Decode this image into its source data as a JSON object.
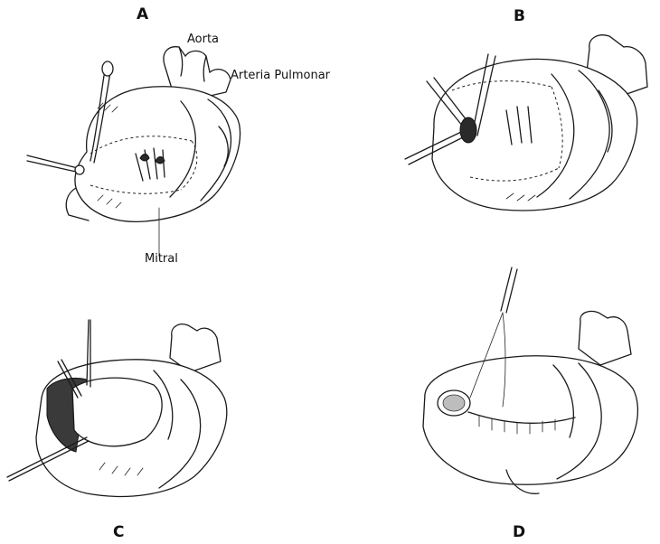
{
  "panels": {
    "a": {
      "letter": "A",
      "label_aorta": "Aorta",
      "label_pulmonary": "Arteria Pulmonar",
      "label_mitral": "Mitral"
    },
    "b": {
      "letter": "B"
    },
    "c": {
      "letter": "C"
    },
    "d": {
      "letter": "D"
    }
  }
}
